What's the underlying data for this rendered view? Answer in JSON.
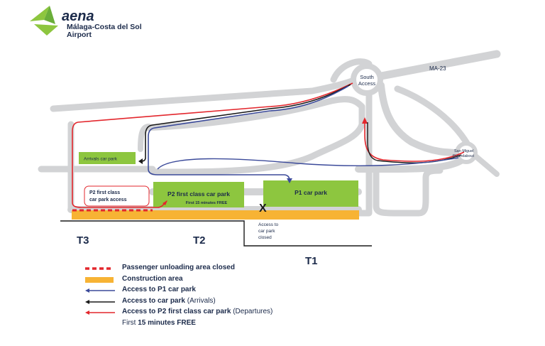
{
  "logo": {
    "brand": "aena",
    "airport_line1": "Málaga-Costa del Sol",
    "airport_line2": "Airport"
  },
  "roads": {
    "ma23": "MA-23",
    "south_access_line1": "South",
    "south_access_line2": "Access",
    "san_miguel_line1": "San Miguel",
    "san_miguel_line2": "Roundabout"
  },
  "parking": {
    "arrivals": "Arrivals car park",
    "p2_title": "P2 first class car park",
    "p2_free": "First 15 minutes FREE",
    "p1": "P1 car park",
    "p2_access_line1": "P2 first class",
    "p2_access_line2": "car park access"
  },
  "closure": {
    "mark": "X",
    "line1": "Access to",
    "line2": "car park",
    "line3": "closed"
  },
  "terminals": {
    "t3": "T3",
    "t2": "T2",
    "t1": "T1"
  },
  "legend": {
    "unloading_closed": "Passenger unloading area closed",
    "construction": "Construction area",
    "p1_access": "Access to P1 car park",
    "carpark_access": "Access to car park",
    "carpark_access_suffix": "(Arrivals)",
    "p2_access": "Access to P2 first class car park",
    "p2_access_suffix": "(Departures)",
    "free_prefix": "First",
    "free_bold": "15 minutes FREE"
  },
  "colors": {
    "road": "#d2d3d5",
    "parking_green": "#8dc63f",
    "construction": "#f7b334",
    "red": "#e3272d",
    "blue": "#3b4a9a",
    "black": "#1a1a1a",
    "navy_text": "#1b2a4a"
  }
}
